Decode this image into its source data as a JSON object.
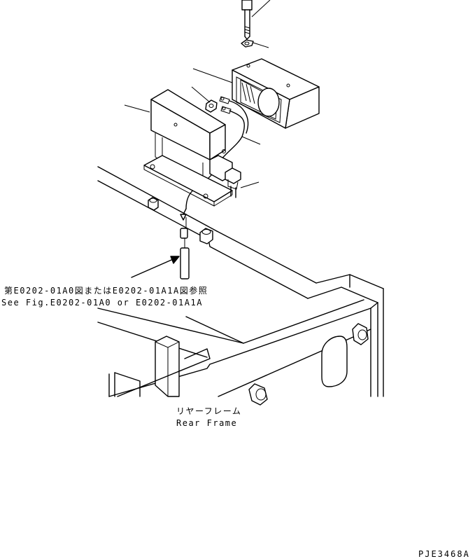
{
  "labels": {
    "ref_jp": "第E0202-01A0図またはE0202-01A1A図参照",
    "ref_en": "See Fig.E0202-01A0 or E0202-01A1A",
    "frame_jp": "リヤーフレーム",
    "frame_en": "Rear Frame",
    "drawing_no": "PJE3468A"
  }
}
